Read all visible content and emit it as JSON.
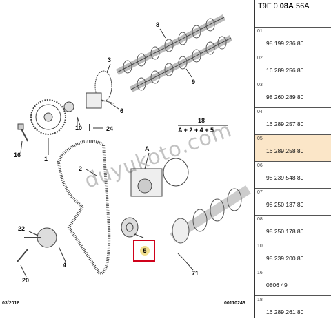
{
  "header": {
    "code_prefix": "T9F 0 ",
    "code_bold": "08A",
    "code_suffix": " 56A"
  },
  "diagram": {
    "labels": {
      "l1": "1",
      "l2": "2",
      "l3": "3",
      "l4": "4",
      "l5": "5",
      "l6": "6",
      "l8": "8",
      "l9": "9",
      "l10": "10",
      "l16": "16",
      "l18": "18",
      "l20": "20",
      "l22": "22",
      "l24": "24",
      "l71": "71",
      "lA": "A"
    },
    "formula": "A + 2 + 4 + 5",
    "watermark": "duyukoto.com",
    "footer_left": "03/2018",
    "footer_right": "00110243",
    "highlight_color": "#d0021b"
  },
  "parts": [
    {
      "index": "01",
      "ref": "98 199 236 80",
      "selected": false
    },
    {
      "index": "02",
      "ref": "16 289 256 80",
      "selected": false
    },
    {
      "index": "03",
      "ref": "98 260 289 80",
      "selected": false
    },
    {
      "index": "04",
      "ref": "16 289 257 80",
      "selected": false
    },
    {
      "index": "05",
      "ref": "16 289 258 80",
      "selected": true
    },
    {
      "index": "06",
      "ref": "98 239 548 80",
      "selected": false
    },
    {
      "index": "07",
      "ref": "98 250 137 80",
      "selected": false
    },
    {
      "index": "08",
      "ref": "98 250 178 80",
      "selected": false
    },
    {
      "index": "10",
      "ref": "98 239 200 80",
      "selected": false
    },
    {
      "index": "16",
      "ref": "0806 49",
      "selected": false
    },
    {
      "index": "18",
      "ref": "16 289 261 80",
      "selected": false
    }
  ]
}
